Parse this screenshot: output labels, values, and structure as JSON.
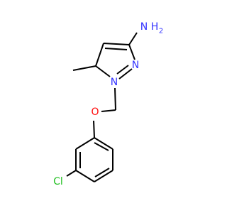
{
  "molecule": {
    "atoms": {
      "amine_n": "N",
      "amine_h2": "H",
      "amine_sub": "2",
      "ring_n2": "N",
      "ring_n1": "N",
      "ether_o": "O",
      "chlorine": "Cl"
    },
    "colors": {
      "nitrogen": "#3333ff",
      "oxygen": "#ff0d0d",
      "chlorine": "#1fbf1f",
      "bond": "#000000"
    }
  }
}
